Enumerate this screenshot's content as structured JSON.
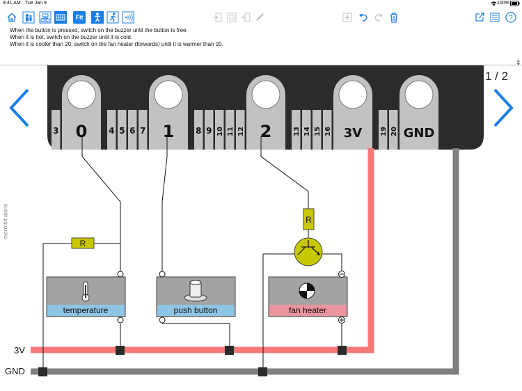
{
  "status_bar": {
    "time": "9:41 AM",
    "date": "Tue Jan 9",
    "battery": "100%"
  },
  "toolbar": {
    "left": [
      {
        "name": "home-icon",
        "icon": "house"
      },
      {
        "name": "people-icon",
        "icon": "people"
      },
      {
        "name": "blocks-icon",
        "icon": "tree"
      },
      {
        "name": "board-icon",
        "icon": "board"
      }
    ],
    "fit_label": "Fit",
    "mode": [
      {
        "name": "stand-icon",
        "icon": "person-standing"
      },
      {
        "name": "run-icon",
        "icon": "person-running"
      },
      {
        "name": "signal-icon",
        "icon": "signal"
      }
    ],
    "middle": [
      {
        "name": "enter-icon",
        "icon": "enter"
      },
      {
        "name": "frame-icon",
        "icon": "frame"
      },
      {
        "name": "insert-icon",
        "icon": "insert"
      },
      {
        "name": "pencil-icon",
        "icon": "pencil"
      }
    ],
    "edit": [
      {
        "name": "add-icon",
        "icon": "plus-box"
      },
      {
        "name": "undo-icon",
        "icon": "undo"
      },
      {
        "name": "redo-icon",
        "icon": "redo"
      },
      {
        "name": "trash-icon",
        "icon": "trash"
      }
    ],
    "right": [
      {
        "name": "export-icon",
        "icon": "export"
      },
      {
        "name": "list-icon",
        "icon": "list"
      },
      {
        "name": "help-icon",
        "icon": "question"
      }
    ]
  },
  "description": [
    "When the button is pressed, switch on the buzzer until the button is free.",
    "When it is hot, switch on the buzzer until it is cold.",
    "When it is cooler than 20, switch on the fan heater (forwards) until it is warmer than 20."
  ],
  "side_label": "micro:bit alone",
  "page_indicator": "1 / 2",
  "board": {
    "pins": [
      {
        "label": "3",
        "size": "small"
      },
      {
        "label": "0",
        "size": "big"
      },
      {
        "label": "4",
        "size": "small"
      },
      {
        "label": "5",
        "size": "small"
      },
      {
        "label": "6",
        "size": "small"
      },
      {
        "label": "7",
        "size": "small"
      },
      {
        "label": "1",
        "size": "big"
      },
      {
        "label": "8",
        "size": "small"
      },
      {
        "label": "9",
        "size": "small"
      },
      {
        "label": "10",
        "size": "small"
      },
      {
        "label": "11",
        "size": "small"
      },
      {
        "label": "12",
        "size": "small"
      },
      {
        "label": "2",
        "size": "big"
      },
      {
        "label": "13",
        "size": "small"
      },
      {
        "label": "14",
        "size": "small"
      },
      {
        "label": "15",
        "size": "small"
      },
      {
        "label": "16",
        "size": "small"
      },
      {
        "label": "3V",
        "size": "big"
      },
      {
        "label": "19",
        "size": "small"
      },
      {
        "label": "20",
        "size": "small"
      },
      {
        "label": "GND",
        "size": "big"
      }
    ]
  },
  "components": {
    "temperature": {
      "label": "temperature",
      "color": "#8ec5e4"
    },
    "push_button": {
      "label": "push button",
      "color": "#8ec5e4"
    },
    "fan_heater": {
      "label": "fan heater",
      "color": "#eb94a0"
    }
  },
  "resistor_label": "R",
  "rails": {
    "v3_label": "3V",
    "gnd_label": "GND",
    "v3_color": "#f87777",
    "gnd_color": "#808080"
  },
  "colors": {
    "accent": "#1a7ee8",
    "board": "#2b2b2b",
    "pin": "#c2c2c2",
    "resistor": "#c8c800"
  }
}
